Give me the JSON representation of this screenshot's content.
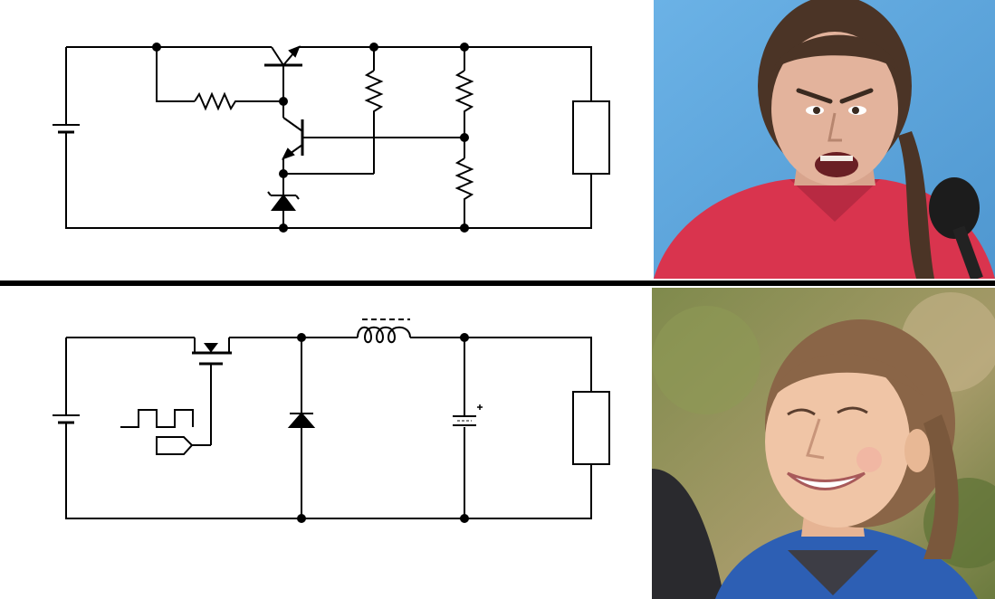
{
  "meme": {
    "top_circuit": {
      "kind": "linear-regulator",
      "components": [
        "battery",
        "resistor",
        "npn-transistor",
        "npn-transistor",
        "resistor",
        "resistor",
        "resistor",
        "zener-diode",
        "load"
      ]
    },
    "bottom_circuit": {
      "kind": "buck-converter",
      "components": [
        "battery",
        "mosfet",
        "pwm-signal",
        "gate-driver",
        "diode",
        "inductor",
        "electrolytic-capacitor",
        "load"
      ]
    },
    "photo_top": {
      "mood": "angry-face",
      "colors": {
        "bg": "#5fa9df",
        "shirt": "#d9344e",
        "skin": "#e3b39c",
        "hair": "#4b3426"
      }
    },
    "photo_bottom": {
      "mood": "smiling-face",
      "colors": {
        "bg": "#8b8a4f",
        "jacket": "#2d5fb4",
        "skin": "#f0c5a6",
        "hair": "#8a6547"
      }
    }
  }
}
